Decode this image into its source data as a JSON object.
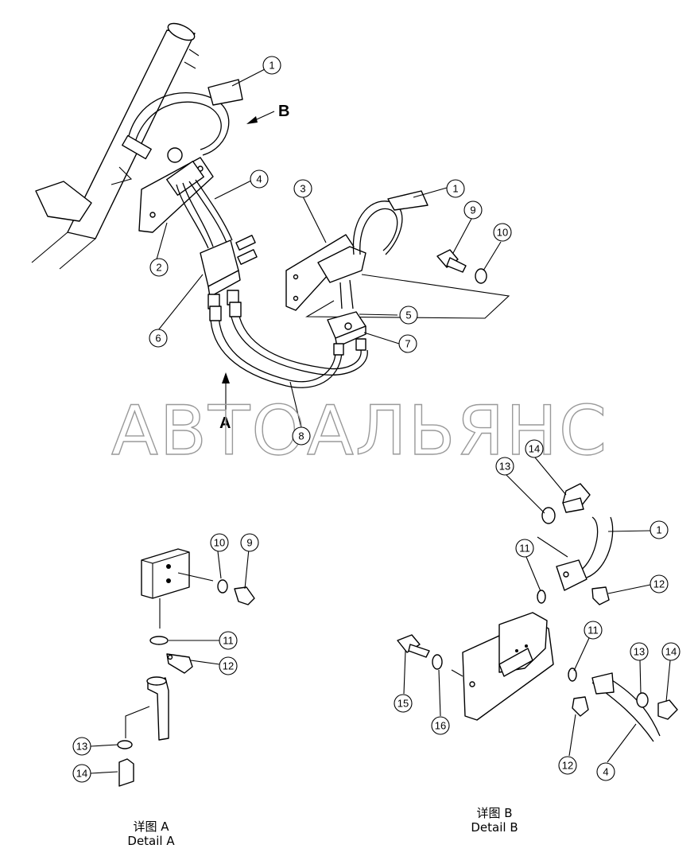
{
  "arrows": {
    "b": "B",
    "a": "A"
  },
  "watermark": "АВТОАЛЬЯНС",
  "callouts": {
    "main": [
      "1",
      "1",
      "2",
      "3",
      "4",
      "5",
      "6",
      "7",
      "8",
      "9",
      "10"
    ],
    "detail_a": [
      "10",
      "9",
      "11",
      "12",
      "13",
      "14"
    ],
    "detail_b": [
      "14",
      "13",
      "1",
      "11",
      "12",
      "11",
      "13",
      "14",
      "15",
      "16",
      "12",
      "4"
    ]
  },
  "captions": {
    "detail_a_cn": "详图 A",
    "detail_a_en": "Detail A",
    "detail_b_cn": "详图 B",
    "detail_b_en": "Detail B"
  }
}
